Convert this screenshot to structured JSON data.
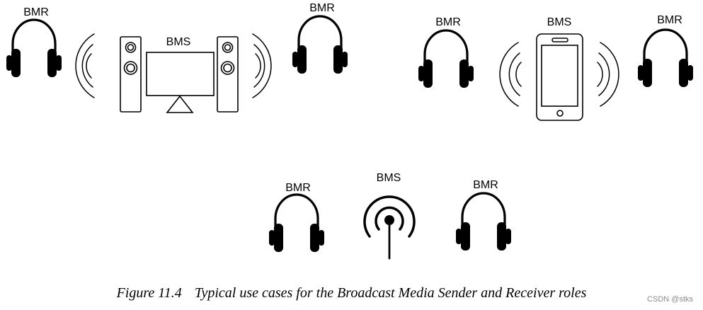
{
  "scenes": [
    {
      "left_receiver_label": "BMR",
      "sender_label": "BMS",
      "right_receiver_label": "BMR",
      "sender_device": "tv-with-speakers"
    },
    {
      "left_receiver_label": "BMR",
      "sender_label": "BMS",
      "right_receiver_label": "BMR",
      "sender_device": "smartphone"
    },
    {
      "left_receiver_label": "BMR",
      "sender_label": "BMS",
      "right_receiver_label": "BMR",
      "sender_device": "broadcast-antenna"
    }
  ],
  "caption": {
    "figure_number": "Figure 11.4",
    "text": "Typical use cases for the Broadcast Media Sender and Receiver roles"
  },
  "watermark": "CSDN @stks"
}
